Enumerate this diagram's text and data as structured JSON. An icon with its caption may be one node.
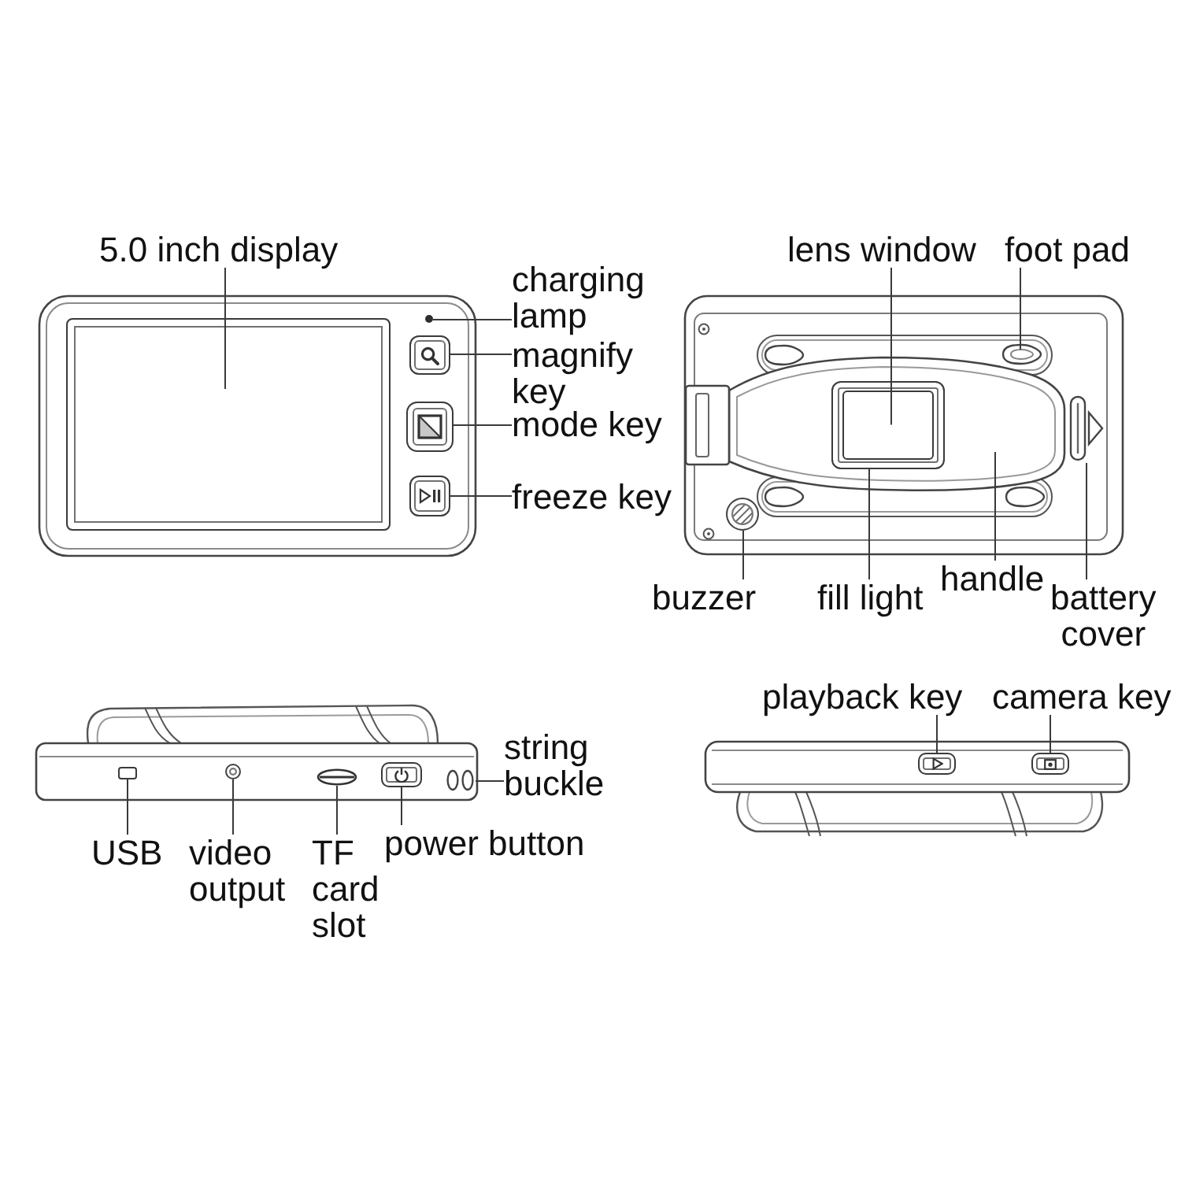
{
  "diagram": {
    "nodes": [
      {
        "text": [
          "5.0 inch display"
        ]
      },
      {
        "text": [
          "charging lamp"
        ]
      },
      {
        "text": [
          "magnify key"
        ]
      },
      {
        "text": [
          "mode key"
        ]
      },
      {
        "text": [
          "freeze key"
        ]
      },
      {
        "text": [
          "lens window"
        ]
      },
      {
        "text": [
          "foot pad"
        ]
      },
      {
        "text": [
          "buzzer"
        ]
      },
      {
        "text": [
          "fill light"
        ]
      },
      {
        "text": [
          "handle"
        ]
      },
      {
        "text": [
          "battery cover"
        ]
      },
      {
        "text": [
          "string buckle"
        ]
      },
      {
        "text": [
          "USB"
        ]
      },
      {
        "text": [
          "video output"
        ]
      },
      {
        "text": [
          "TF card slot"
        ]
      },
      {
        "text": [
          "power button"
        ]
      },
      {
        "text": [
          "playback key"
        ]
      },
      {
        "text": [
          "camera key"
        ]
      },
      {
        "text": [],
        "shape": "box"
      },
      {
        "text": [],
        "shape": "circle"
      },
      {
        "text": [],
        "shape": "box"
      },
      {
        "text": [],
        "shape": "box"
      },
      {
        "text": [],
        "shape": "box"
      },
      {
        "text": [],
        "shape": "picture"
      },
      {
        "text": [],
        "shape": "box",
        "in": 23
      },
      {
        "text": [],
        "shape": "box",
        "in": 24
      },
      {
        "text": [],
        "shape": "picture"
      },
      {
        "text": [],
        "shape": "circle"
      },
      {
        "text": [],
        "shape": "picture"
      },
      {
        "text": [],
        "shape": "picture"
      },
      {
        "text": [],
        "shape": "box"
      },
      {
        "text": [],
        "shape": "circle"
      },
      {
        "text": [],
        "shape": "picture"
      },
      {
        "text": [],
        "shape": "box"
      },
      {
        "text": [],
        "shape": "box"
      },
      {
        "text": [],
        "shape": "box"
      }
    ],
    "edges": [
      {
        "from": 0,
        "to": 18,
        "arrow": "none"
      },
      {
        "from": 1,
        "to": 19,
        "arrow": "none"
      },
      {
        "from": 2,
        "to": 20,
        "arrow": "none"
      },
      {
        "from": 3,
        "to": 21,
        "arrow": "none"
      },
      {
        "from": 4,
        "to": 22,
        "arrow": "none"
      },
      {
        "from": 5,
        "to": 25,
        "arrow": "none"
      },
      {
        "from": 6,
        "to": 26,
        "arrow": "none"
      },
      {
        "from": 7,
        "to": 27,
        "arrow": "none"
      },
      {
        "from": 8,
        "to": 24,
        "arrow": "none"
      },
      {
        "from": 9,
        "to": 23,
        "arrow": "none"
      },
      {
        "from": 10,
        "to": 28,
        "arrow": "none"
      },
      {
        "from": 11,
        "to": 29,
        "arrow": "none"
      },
      {
        "from": 12,
        "to": 30,
        "arrow": "none"
      },
      {
        "from": 13,
        "to": 31,
        "arrow": "none"
      },
      {
        "from": 14,
        "to": 32,
        "arrow": "none"
      },
      {
        "from": 15,
        "to": 33,
        "arrow": "none"
      },
      {
        "from": 16,
        "to": 34,
        "arrow": "none"
      },
      {
        "from": 17,
        "to": 35,
        "arrow": "none"
      }
    ]
  }
}
